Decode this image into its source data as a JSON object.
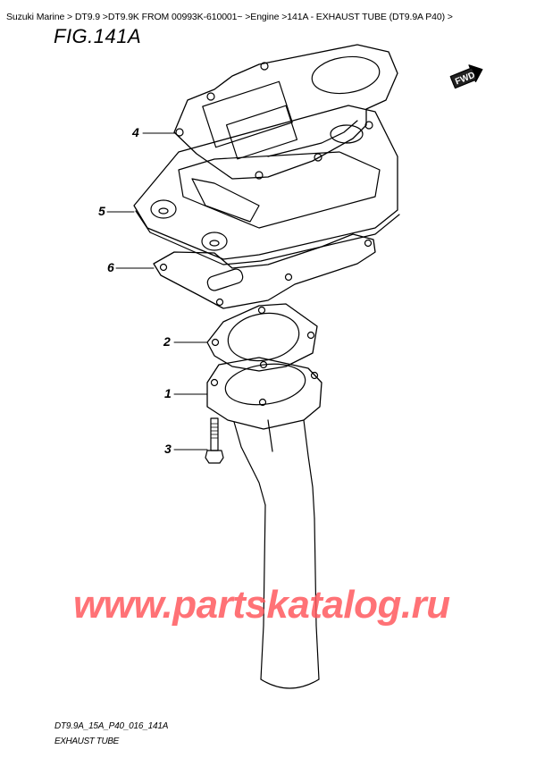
{
  "breadcrumb": {
    "items": [
      {
        "label": "Suzuki Marine"
      },
      {
        "label": "DT9.9"
      },
      {
        "label": "DT9.9K FROM 00993K-610001~"
      },
      {
        "label": "Engine"
      },
      {
        "label": "141A - EXHAUST TUBE (DT9.9A P40)"
      }
    ],
    "separator": " > ",
    "text": "Suzuki Marine > DT9.9 >DT9.9K FROM 00993K-610001~ >Engine >141A - EXHAUST TUBE (DT9.9A P40) >"
  },
  "figure": {
    "title": "FIG.141A",
    "direction_label": "FWD",
    "callouts": [
      {
        "number": "1",
        "part": "exhaust-tube"
      },
      {
        "number": "2",
        "part": "gasket-tube"
      },
      {
        "number": "3",
        "part": "bolt"
      },
      {
        "number": "4",
        "part": "gasket-upper"
      },
      {
        "number": "5",
        "part": "plate"
      },
      {
        "number": "6",
        "part": "gasket-lower"
      }
    ]
  },
  "footer": {
    "code": "DT9.9A_15A_P40_016_141A",
    "name": "EXHAUST TUBE"
  },
  "watermark": {
    "text": "www.partskatalog.ru",
    "color": "#ff5a5f"
  }
}
